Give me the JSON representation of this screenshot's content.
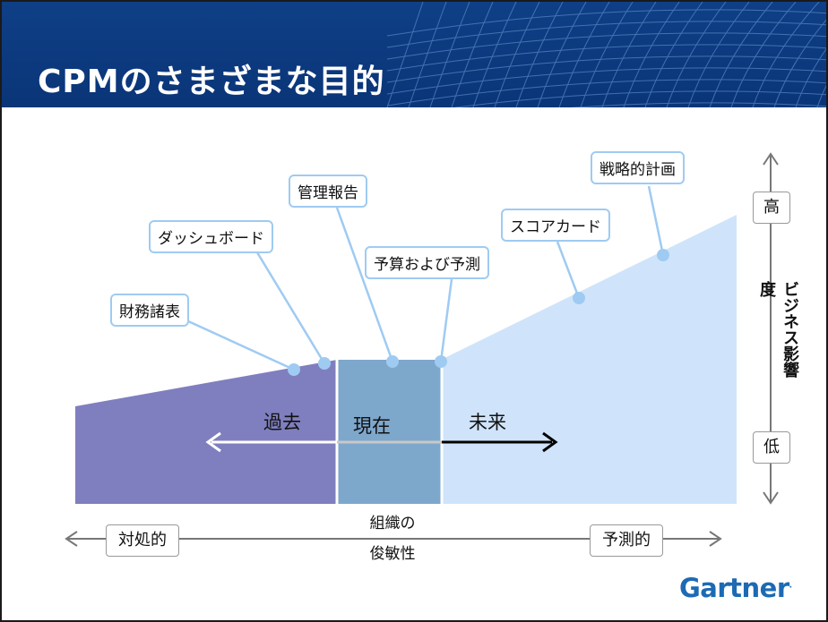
{
  "slide": {
    "title": "CPMのさまざまな目的",
    "purposes": [
      {
        "label": "財務諸表"
      },
      {
        "label": "ダッシュボード"
      },
      {
        "label": "管理報告"
      },
      {
        "label": "予算および予測"
      },
      {
        "label": "スコアカード"
      },
      {
        "label": "戦略的計画"
      }
    ],
    "timeline": {
      "past": "過去",
      "present": "現在",
      "future": "未来"
    },
    "impact_axis": {
      "label": "ビジネス影響度",
      "high": "高",
      "low": "低"
    },
    "agility_axis": {
      "label_line1": "組織の",
      "label_line2": "俊敏性",
      "left": "対処的",
      "right": "予測的"
    },
    "colors": {
      "header": "#0f3f86",
      "past_region": "#7f7fbf",
      "present_region": "#7ea7cc",
      "future_region": "#cfe4fa",
      "callout_border": "#9fcbf2"
    },
    "logo": "Gartner"
  }
}
